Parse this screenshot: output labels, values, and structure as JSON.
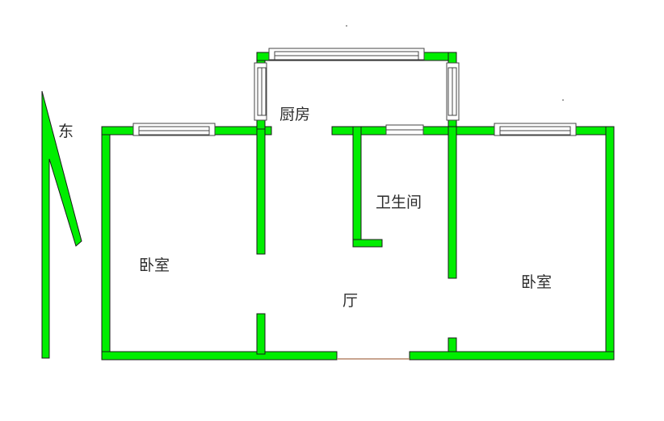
{
  "colors": {
    "wall": "#00ee00",
    "wall_outline": "#1a1a1a",
    "window_frame": "#444444",
    "window_fill": "#ffffff",
    "door_threshold": "#b5866a",
    "label": "#2c2c2c",
    "background": "#ffffff"
  },
  "compass": {
    "label": "东",
    "icon": "north-arrow-icon"
  },
  "rooms": {
    "kitchen": "厨房",
    "bathroom": "卫生间",
    "bedroom_left": "卧室",
    "bedroom_right": "卧室",
    "living_room": "厅"
  }
}
